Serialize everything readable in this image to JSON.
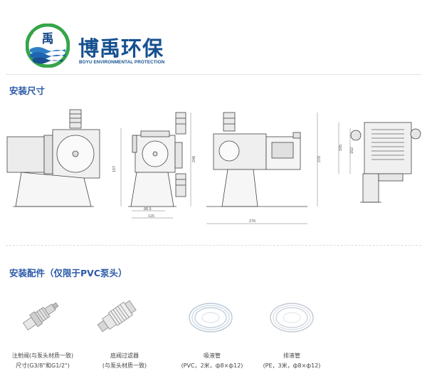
{
  "header": {
    "brand_name": "博禹环保",
    "brand_name_en": "BOYU ENVIRONMENTAL PROTECTION",
    "logo_icon": "boyu-water-wave-logo"
  },
  "install_dimensions": {
    "title": "安装尺寸",
    "dimensions": {
      "d_157": "157",
      "d_88_5": "88.5",
      "d_115": "115",
      "d_246": "246",
      "d_276": "276",
      "d_270": "270",
      "d_195": "195",
      "d_162": "162"
    }
  },
  "accessories": {
    "title": "安装配件（仅限于PVC泵头）",
    "items": [
      {
        "icon": "injection-valve-icon",
        "line1": "注射阀(与泵头材质一致)",
        "line2": "尺寸(G3/8\"和G1/2\")"
      },
      {
        "icon": "foot-valve-filter-icon",
        "line1": "底阀过滤器",
        "line2": "(与泵头材质一致)"
      },
      {
        "icon": "suction-tube-coil-icon",
        "line1": "吸液管",
        "line2": "(PVC，2米，ф8×ф12)"
      },
      {
        "icon": "discharge-tube-coil-icon",
        "line1": "排液管",
        "line2": "(PE，3米，ф8×ф12)"
      }
    ]
  },
  "colors": {
    "brand_blue": "#15508f",
    "section_blue": "#2b5aa8",
    "logo_green": "#35a548"
  }
}
